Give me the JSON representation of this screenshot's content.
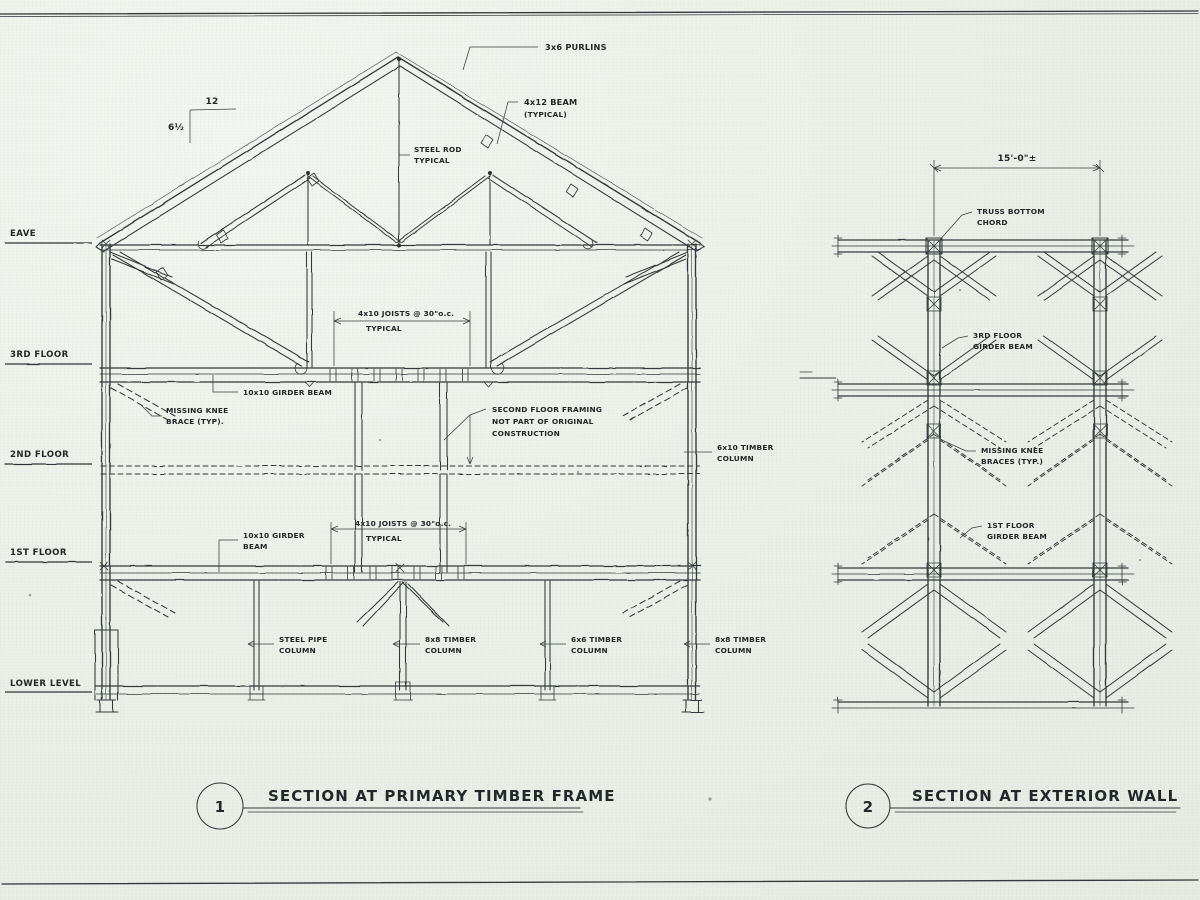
{
  "sheet": {
    "paper_color": "#eaefe8",
    "ink_color": "#2b3134",
    "description": "Hand-drawn architectural section drawings of a historic timber frame barn"
  },
  "left_section": {
    "title_number": "1",
    "title": "SECTION AT PRIMARY TIMBER FRAME",
    "level_labels": [
      {
        "id": "eave",
        "text": "EAVE"
      },
      {
        "id": "third",
        "text": "3RD FLOOR"
      },
      {
        "id": "second",
        "text": "2ND FLOOR"
      },
      {
        "id": "first",
        "text": "1ST FLOOR"
      },
      {
        "id": "lower",
        "text": "LOWER LEVEL"
      }
    ],
    "pitch": {
      "run": "12",
      "rise": "6½"
    },
    "annotations": [
      {
        "id": "purlins",
        "line1": "3x6 PURLINS",
        "line2": ""
      },
      {
        "id": "beam",
        "line1": "4x12 BEAM",
        "line2": "(TYPICAL)"
      },
      {
        "id": "steel-rod",
        "line1": "STEEL ROD",
        "line2": "TYPICAL"
      },
      {
        "id": "joists-upper",
        "line1": "4x10 JOISTS @ 30\"o.c.",
        "line2": "TYPICAL"
      },
      {
        "id": "girder-upper",
        "line1": "10x10 GIRDER BEAM",
        "line2": ""
      },
      {
        "id": "missing-knee-brace",
        "line1": "MISSING KNEE",
        "line2": "BRACE (TYP)."
      },
      {
        "id": "second-floor-framing",
        "line1": "SECOND FLOOR FRAMING",
        "line2": "NOT PART OF ORIGINAL",
        "line3": "CONSTRUCTION"
      },
      {
        "id": "timber-column-6x10",
        "line1": "6x10 TIMBER",
        "line2": "COLUMN"
      },
      {
        "id": "girder-lower",
        "line1": "10x10 GIRDER",
        "line2": "BEAM"
      },
      {
        "id": "joists-lower",
        "line1": "4x10 JOISTS @ 30\"o.c.",
        "line2": "TYPICAL"
      },
      {
        "id": "steel-pipe-column",
        "line1": "STEEL PIPE",
        "line2": "COLUMN"
      },
      {
        "id": "timber-column-8x8-mid",
        "line1": "8x8 TIMBER",
        "line2": "COLUMN"
      },
      {
        "id": "timber-column-6x6",
        "line1": "6x6 TIMBER",
        "line2": "COLUMN"
      },
      {
        "id": "timber-column-8x8-right",
        "line1": "8x8 TIMBER",
        "line2": "COLUMN"
      }
    ]
  },
  "right_section": {
    "title_number": "2",
    "title": "SECTION AT EXTERIOR WALL",
    "dimension": "15'-0\"±",
    "annotations": [
      {
        "id": "truss-bottom-chord",
        "line1": "TRUSS BOTTOM",
        "line2": "CHORD"
      },
      {
        "id": "third-floor-girder",
        "line1": "3RD FLOOR",
        "line2": "GIRDER BEAM"
      },
      {
        "id": "missing-knee-braces",
        "line1": "MISSING KNEE",
        "line2": "BRACES (TYP.)"
      },
      {
        "id": "first-floor-girder",
        "line1": "1ST FLOOR",
        "line2": "GIRDER BEAM"
      }
    ]
  }
}
